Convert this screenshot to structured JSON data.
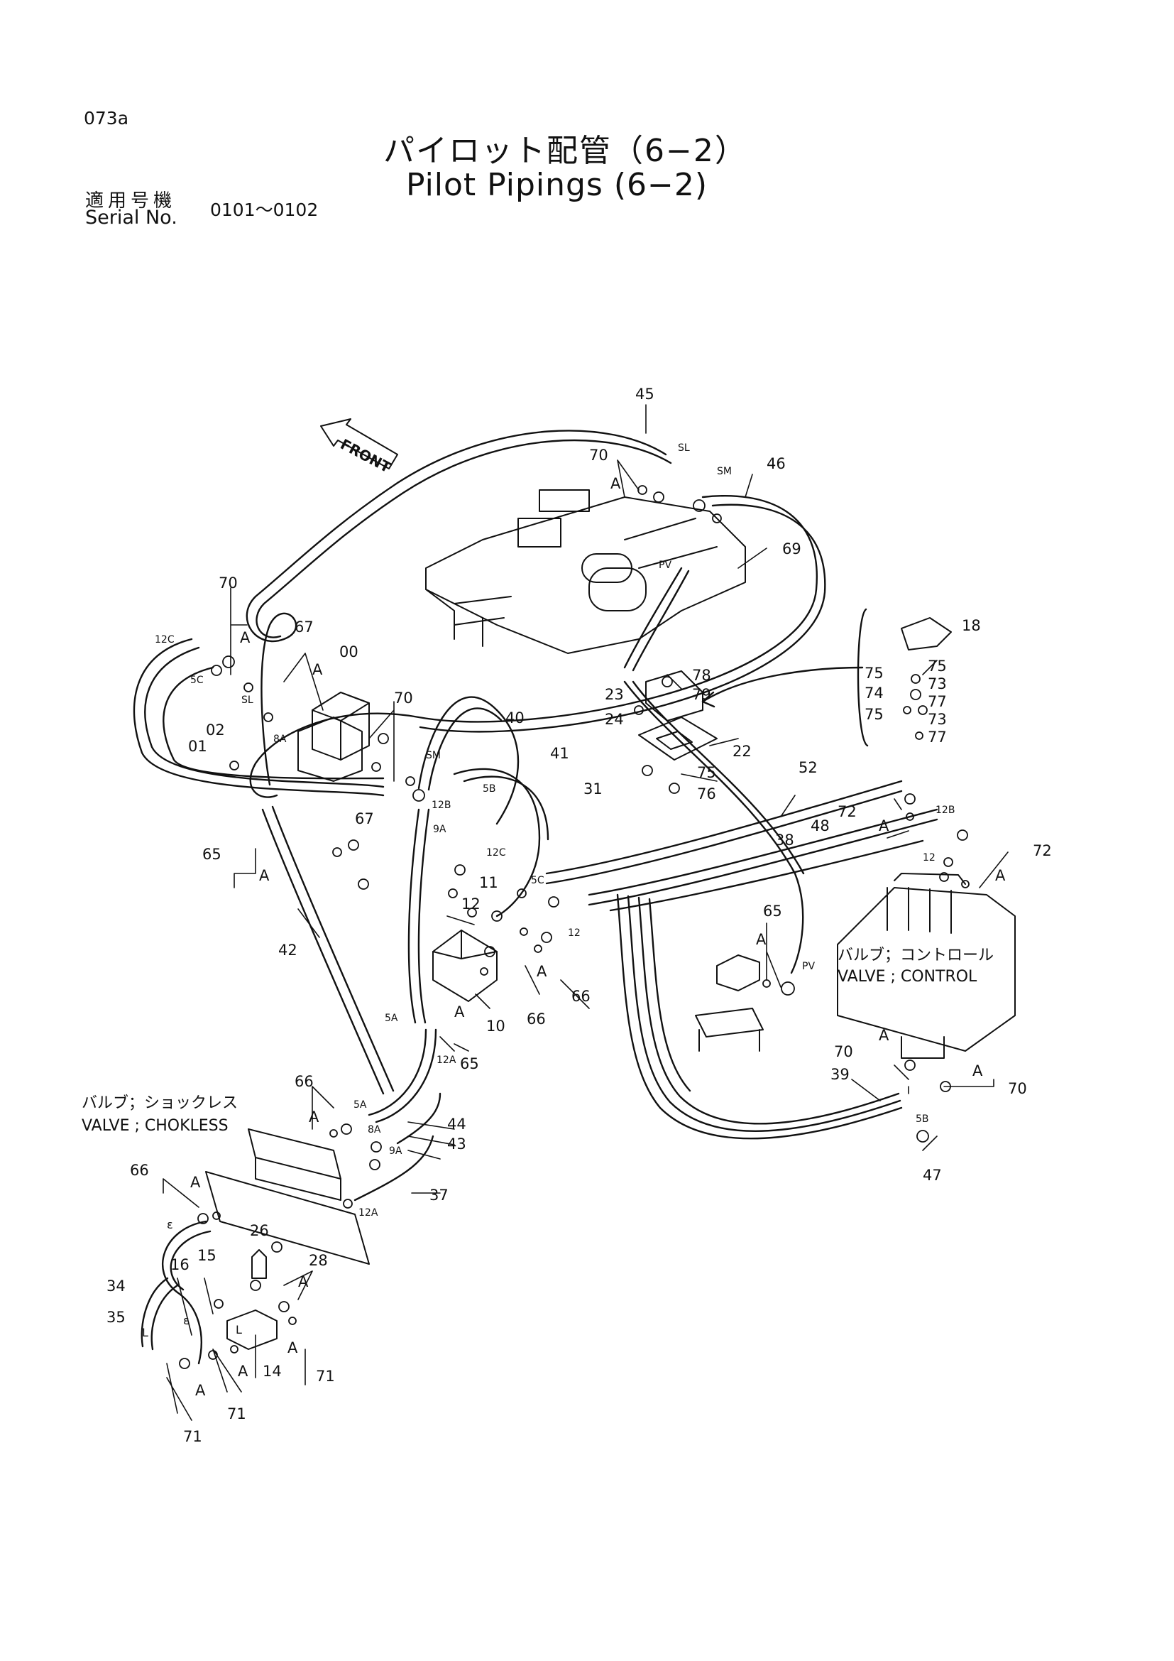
{
  "header": {
    "page_id": "073a",
    "title_jp": "パイロット配管（6−2）",
    "title_en": "Pilot Pipings (6−2)",
    "serial_label_jp": "適用号機",
    "serial_label_en": "Serial No.",
    "serial_range": "0101～0102"
  },
  "callouts": {
    "front": "FRONT",
    "valve_control_jp": "バルブ；コントロール",
    "valve_control_en": "VALVE ; CONTROL",
    "valve_chokeless_jp": "バルブ；ショックレス",
    "valve_chokeless_en": "VALVE ; CHOKLESS"
  },
  "labels": {
    "p45": "45",
    "p46": "46",
    "p70a": "70",
    "pA1": "A",
    "p69": "69",
    "pSL": "SL",
    "pSM": "SM",
    "pPV": "PV",
    "p18": "18",
    "p75a": "75",
    "p75b": "75",
    "p73a": "73",
    "p74": "74",
    "p77a": "77",
    "p75c": "75",
    "p73b": "73",
    "p77b": "77",
    "p70b": "70",
    "pA2": "A",
    "p67a": "67",
    "p00": "00",
    "p12C": "12C",
    "p5C": "5C",
    "pSL2": "SL",
    "p70c": "70",
    "pA3": "A",
    "p02": "02",
    "p01": "01",
    "p8A": "8A",
    "pSM2": "SM",
    "p40": "40",
    "p41": "41",
    "p78": "78",
    "p79": "79",
    "p23": "23",
    "p24": "24",
    "p22": "22",
    "p75d": "75",
    "p76": "76",
    "p31": "31",
    "p52": "52",
    "p72a": "72",
    "pA4": "A",
    "p12B": "12B",
    "p48": "48",
    "p38": "38",
    "p12a": "12",
    "p72b": "72",
    "pA5": "A",
    "p5B": "5B",
    "p12B2": "12B",
    "p67b": "67",
    "p9A": "9A",
    "p65a": "65",
    "pA6": "A",
    "p12C2": "12C",
    "p5C2": "5C",
    "p11": "11",
    "p12b": "12",
    "p12c": "12",
    "p65b": "65",
    "pA7": "A",
    "pPV2": "PV",
    "p42": "42",
    "pA8": "A",
    "p66a": "66",
    "p66b": "66",
    "p10": "10",
    "pA9": "A",
    "p5A": "5A",
    "p12A": "12A",
    "p65c": "65",
    "p70d": "70",
    "pA10": "A",
    "p39": "39",
    "pA11": "A",
    "p70e": "70",
    "p5B2": "5B",
    "p47": "47",
    "p66c": "66",
    "pA12": "A",
    "p5A2": "5A",
    "p44": "44",
    "p8A2": "8A",
    "p9A2": "9A",
    "p43": "43",
    "p37": "37",
    "p12A2": "12A",
    "p66d": "66",
    "pA13": "A",
    "pE1": "ε",
    "p26": "26",
    "p28": "28",
    "pA14": "A",
    "p15": "15",
    "p16": "16",
    "pE2": "ε",
    "p34": "34",
    "p35": "35",
    "pL1": "L",
    "pL2": "L",
    "pA15": "A",
    "p14": "14",
    "pA16": "A",
    "p71a": "71",
    "p71b": "71",
    "pA17": "A",
    "p71c": "71"
  }
}
